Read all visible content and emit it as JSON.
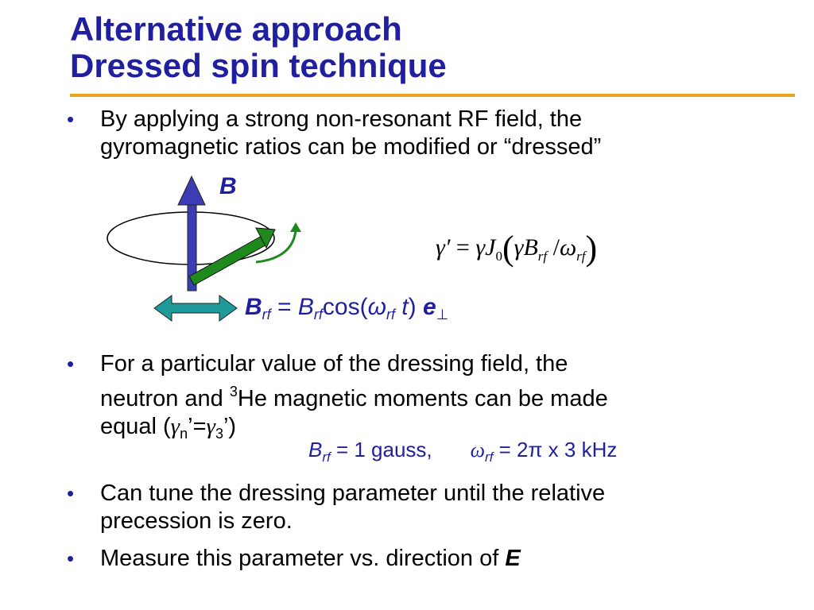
{
  "title": {
    "line1": "Alternative approach",
    "line2": "Dressed spin technique"
  },
  "bullets": {
    "b1_line1": "By applying a strong non-resonant RF field, the",
    "b1_line2": "gyromagnetic ratios can be modified or “dressed”",
    "b2_line1": "For a particular value of the dressing field, the",
    "b2_line2_a": "neutron and ",
    "b2_line2_sup": "3",
    "b2_line2_b": "He magnetic moments can be made",
    "b2_line3_a": "equal (",
    "b2_gamma": "γ",
    "b2_n": "n",
    "b2_mid": "’=",
    "b2_3": "3",
    "b2_end": "’)",
    "b3_line1": "Can tune the dressing parameter until the relative",
    "b3_line2": "precession is zero.",
    "b4_text": "Measure this parameter vs. direction of ",
    "b4_e": "E",
    "marker": "•"
  },
  "diagram": {
    "b_label": "B",
    "rf_eq": {
      "b": "B",
      "sub_rf": "rf",
      "eq": " = ",
      "b2": "B",
      "cos": "cos(",
      "omega": "ω",
      "t": "t",
      "close": ") ",
      "e": "e",
      "perp": "⊥"
    },
    "formula": {
      "gp": "γ′",
      "eq": " = ",
      "g": "γ",
      "j": "J",
      "zero": "0",
      "lp": "(",
      "gb": "γB",
      "rf": "rf",
      "slash": " /",
      "w": "ω",
      "rp": ")"
    }
  },
  "params": {
    "b": "B",
    "rf": "rf",
    "gauss": " = 1 gauss,",
    "w": "ω",
    "khz": " = 2π x 3 kHz"
  },
  "colors": {
    "title": "#1f1f9f",
    "rule": "#f0a020",
    "b_arrow": "#3c3cb4",
    "spin_arrow": "#1e7a1e",
    "rf_arrow": "#1f9a9a"
  }
}
